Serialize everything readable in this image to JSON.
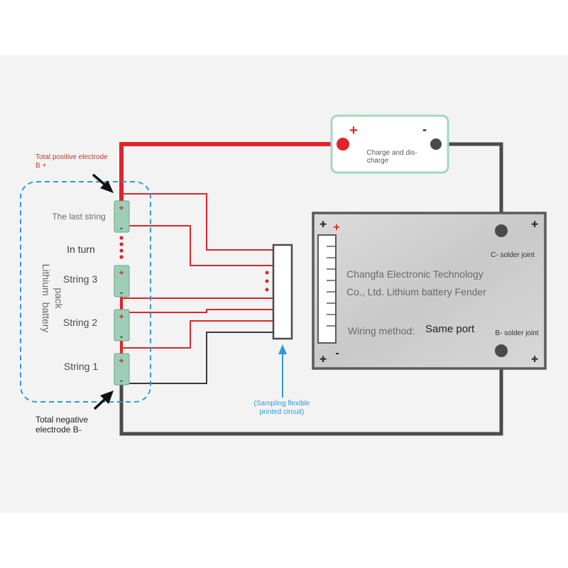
{
  "colors": {
    "background": "#f3f3f3",
    "red_wire": "#e0242a",
    "dark_wire": "#4a4a4a",
    "dashed_box": "#2f9ad6",
    "arrow_blue": "#2f9ad6",
    "cell_fill": "#9fceb8",
    "charge_box_border": "#9fd9c0",
    "board_border": "#5a5a5a",
    "board_fill": "#d3d3d3"
  },
  "labels": {
    "total_positive_line1": "Total positive electrode",
    "total_positive_line2": "B +",
    "total_negative_line1": "Total negative",
    "total_negative_line2": "electrode B-",
    "pack_label_line1": "Lithium",
    "pack_label_line2": "battery",
    "pack_label_line3": "pack",
    "the_last_string": "The last string",
    "in_turn": "In turn",
    "string_3": "String 3",
    "string_2": "String 2",
    "string_1": "String 1",
    "sampling_line1": "(Sampling flexible",
    "sampling_line2": "printed circuit)"
  },
  "charge_box": {
    "plus": "+",
    "minus": "-",
    "label_line1": "Charge and dis-",
    "label_line2": "charge"
  },
  "board": {
    "company_line1": "Changfa Electronic Technology",
    "company_line2": "Co., Ltd. Lithium battery Fender",
    "wiring_label": "Wiring method:",
    "wiring_value": "Same port",
    "c_solder": "C- solder joint",
    "b_solder": "B- solder joint",
    "plus": "+",
    "minus": "-"
  },
  "cell": {
    "plus": "+",
    "minus": "-"
  }
}
